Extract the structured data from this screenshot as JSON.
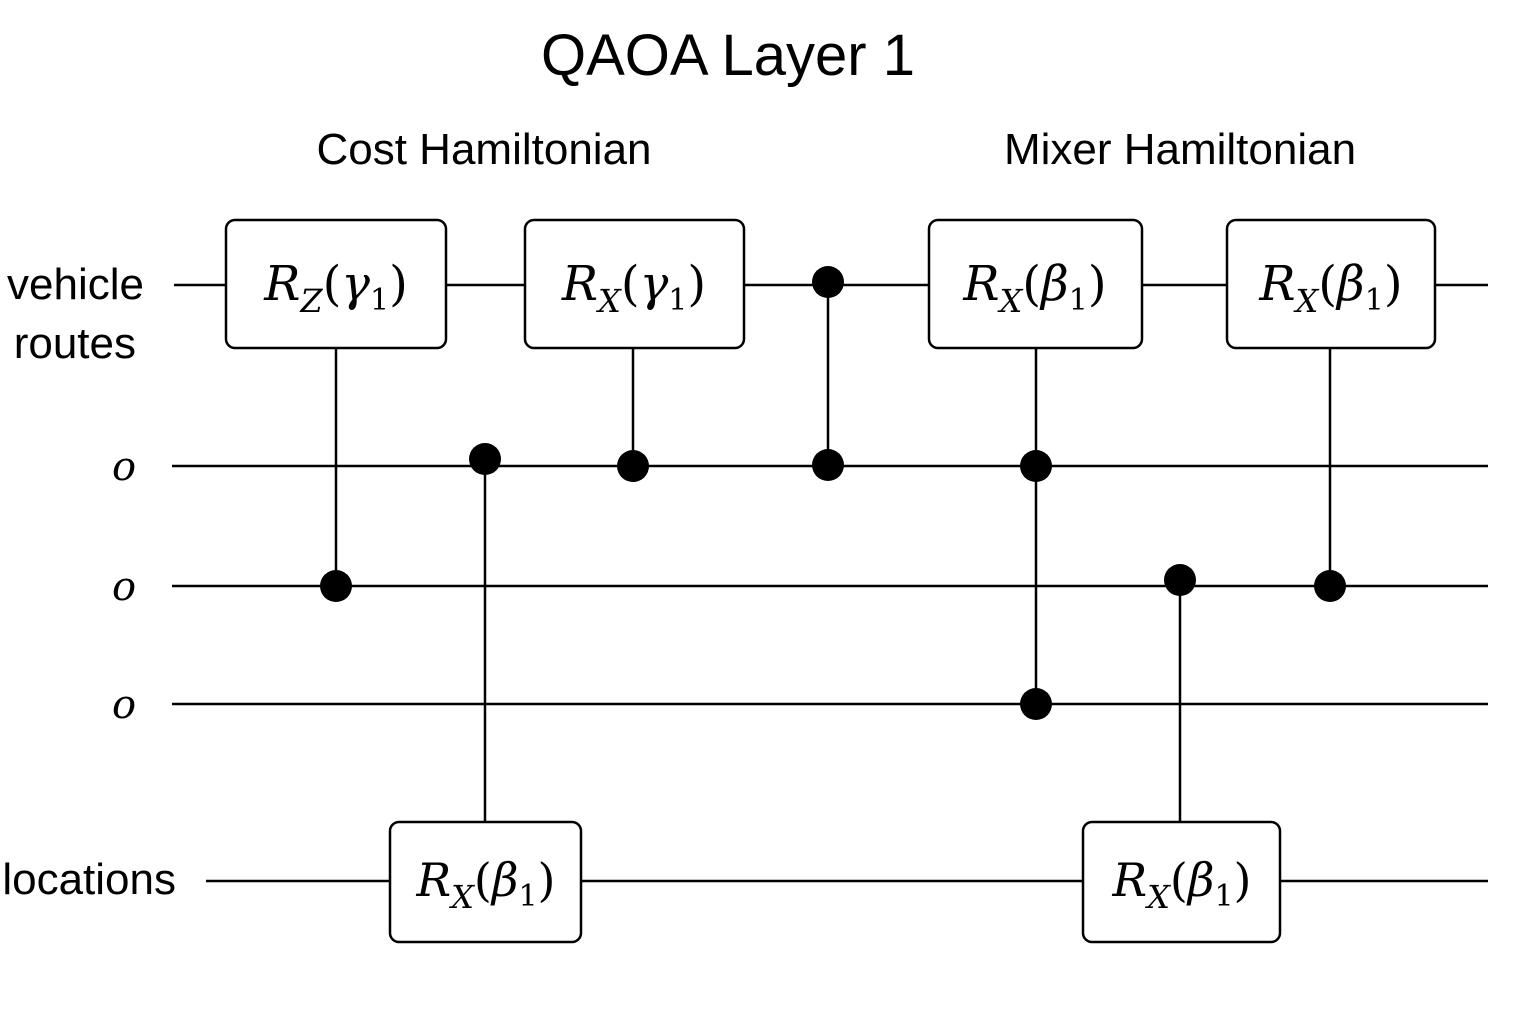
{
  "title": "QAOA Layer 1",
  "sections": {
    "cost": "Cost Hamiltonian",
    "mixer": "Mixer Hamiltonian"
  },
  "wires": [
    {
      "id": "w0",
      "label_lines": [
        "vehicle",
        "routes"
      ],
      "style": "sans"
    },
    {
      "id": "w1",
      "label_lines": [
        "o"
      ],
      "style": "serif-italic"
    },
    {
      "id": "w2",
      "label_lines": [
        "o"
      ],
      "style": "serif-italic"
    },
    {
      "id": "w3",
      "label_lines": [
        "o"
      ],
      "style": "serif-italic"
    },
    {
      "id": "w4",
      "label_lines": [
        "locations"
      ],
      "style": "sans"
    }
  ],
  "gates": [
    {
      "id": "g1",
      "wire": "w0",
      "name": "R",
      "sub": "Z",
      "param": "γ",
      "param_sub": "1",
      "control": "w2",
      "section": "cost"
    },
    {
      "id": "g2",
      "wire": "w4",
      "name": "R",
      "sub": "X",
      "param": "β",
      "param_sub": "1",
      "control": "w1",
      "section": "cost"
    },
    {
      "id": "g3",
      "wire": "w0",
      "name": "R",
      "sub": "X",
      "param": "γ",
      "param_sub": "1",
      "control": "w1",
      "section": "cost"
    },
    {
      "id": "g4",
      "wire": "w0",
      "name": "R",
      "sub": "X",
      "param": "β",
      "param_sub": "1",
      "control": "w1",
      "control2": "w3",
      "section": "mixer"
    },
    {
      "id": "g5",
      "wire": "w4",
      "name": "R",
      "sub": "X",
      "param": "β",
      "param_sub": "1",
      "control": "w2",
      "section": "mixer"
    },
    {
      "id": "g6",
      "wire": "w0",
      "name": "R",
      "sub": "X",
      "param": "β",
      "param_sub": "1",
      "control": "w2",
      "section": "mixer"
    }
  ],
  "controlled_z": [
    {
      "id": "cz1",
      "wires": [
        "w0",
        "w1"
      ]
    }
  ],
  "colors": {
    "ink": "#000000",
    "background": "#ffffff"
  }
}
